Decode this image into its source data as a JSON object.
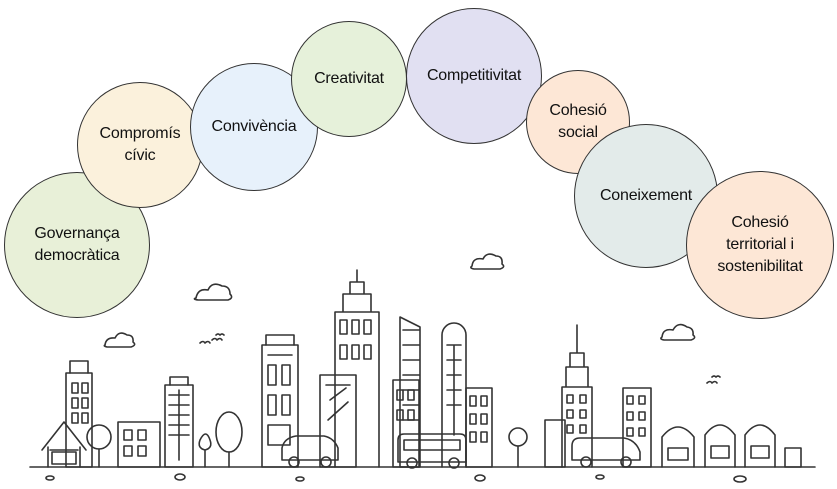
{
  "bubbles": [
    {
      "label": "Governança\ndemocràtica",
      "fill": "#e8f0d8"
    },
    {
      "label": "Compromís\ncívic",
      "fill": "#fbf1dc"
    },
    {
      "label": "Convivència",
      "fill": "#e7f1fb"
    },
    {
      "label": "Creativitat",
      "fill": "#e6f1da"
    },
    {
      "label": "Competitivitat",
      "fill": "#e1e0f2"
    },
    {
      "label": "Cohesió\nsocial",
      "fill": "#fde7d6"
    },
    {
      "label": "Coneixement",
      "fill": "#e3ebea"
    },
    {
      "label": "Cohesió\nterritorial i\nsostenibilitat",
      "fill": "#fde7d6"
    }
  ],
  "colors": {
    "outline": "#333333",
    "background": "#ffffff"
  }
}
